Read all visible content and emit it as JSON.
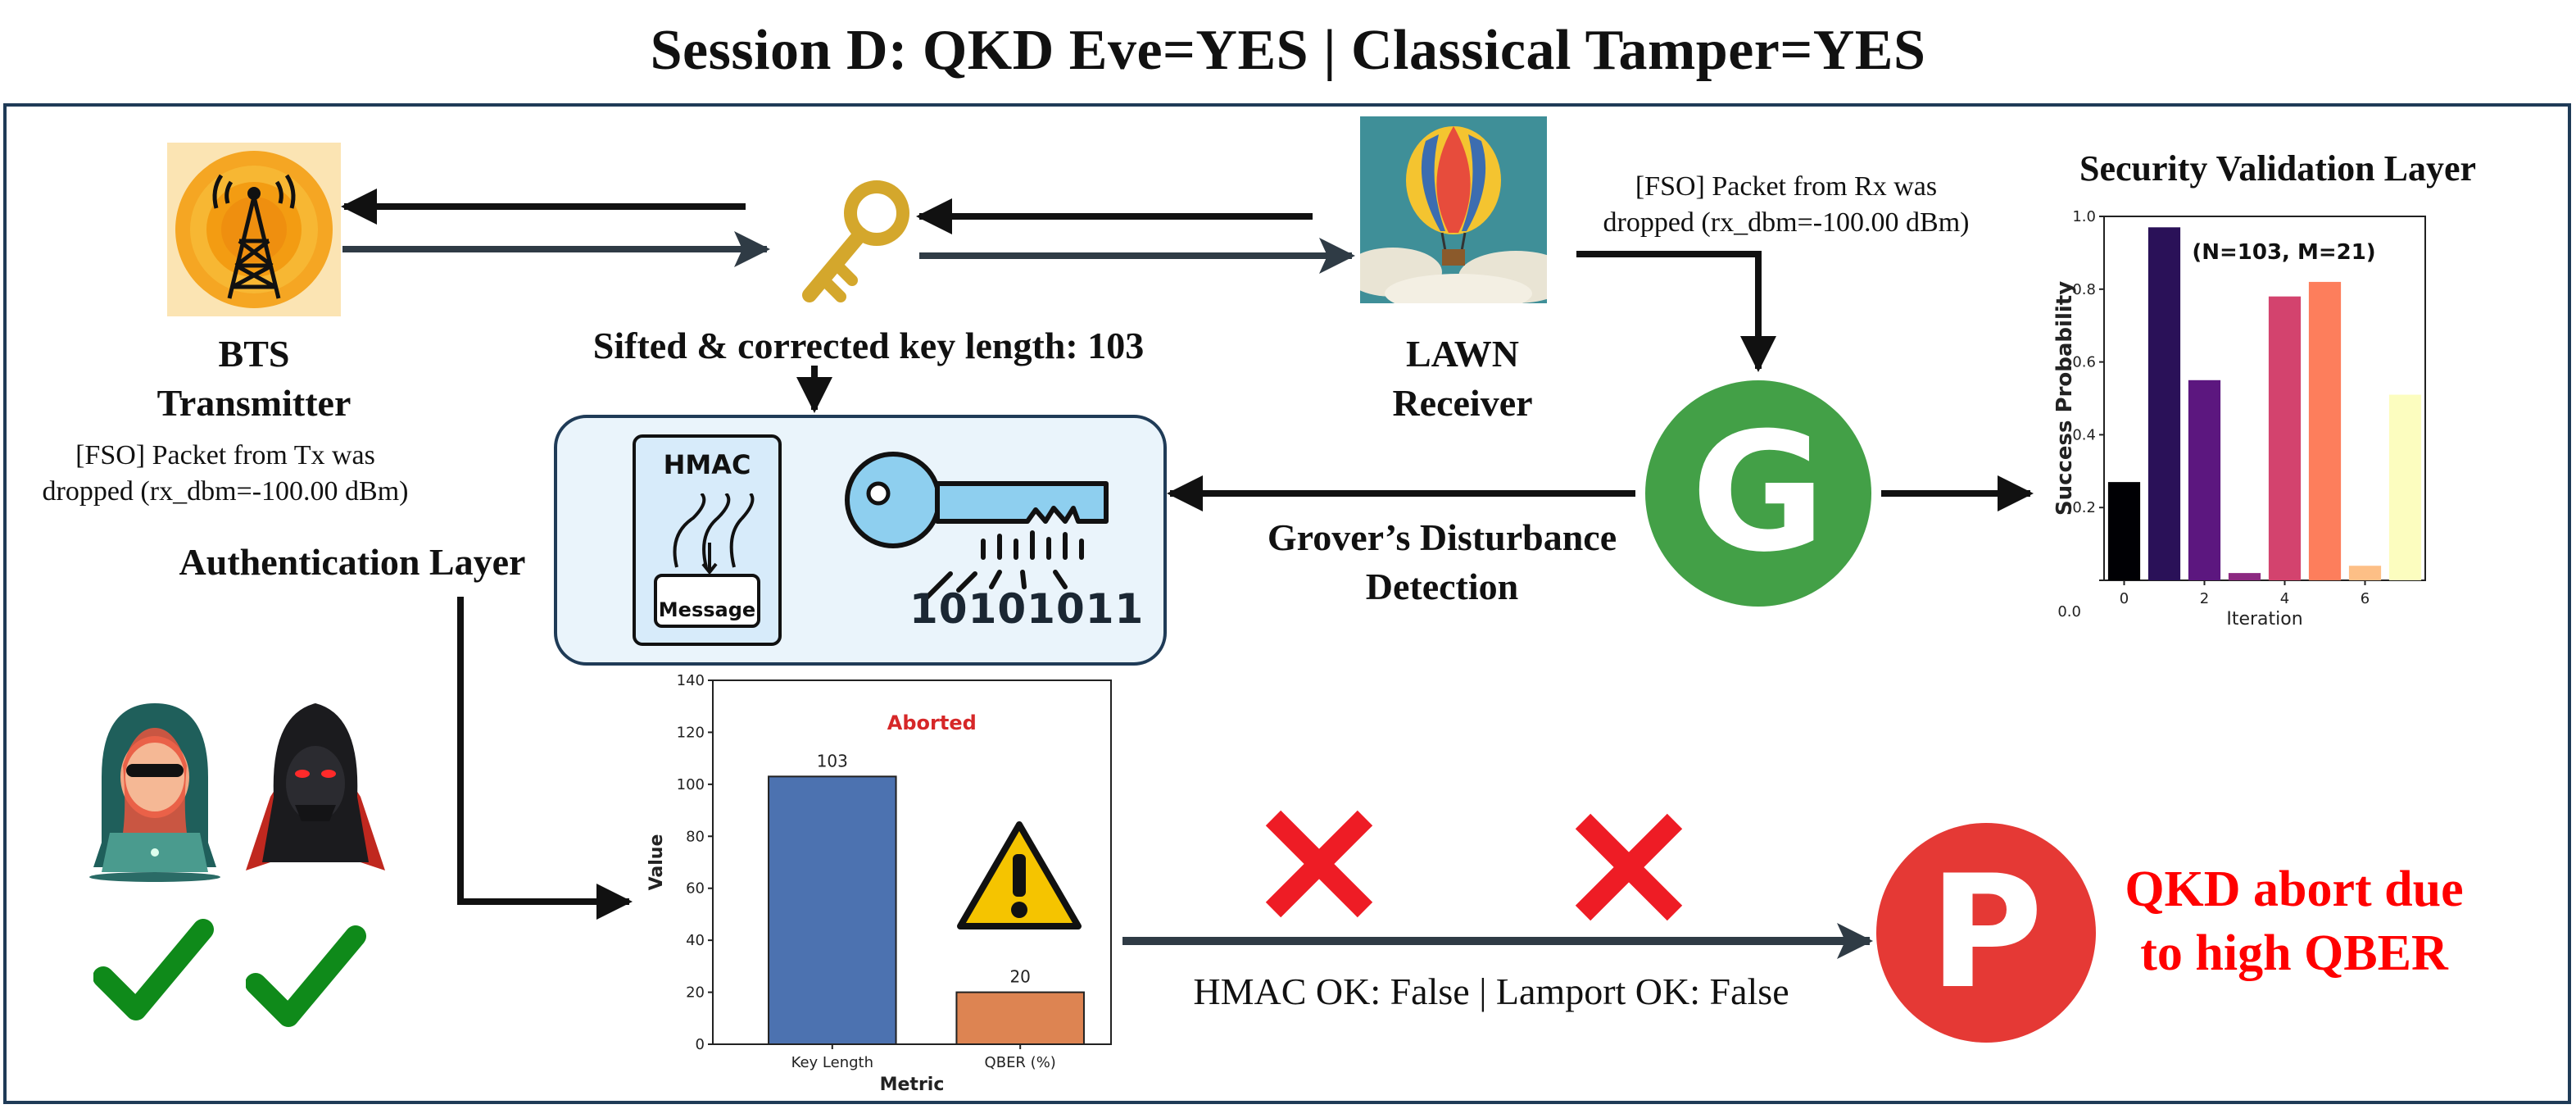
{
  "title": "Session D: QKD Eve=YES | Classical Tamper=YES",
  "transmitter": {
    "name_line1": "BTS",
    "name_line2": "Transmitter",
    "status_line1": "[FSO] Packet from Tx was",
    "status_line2": "dropped (rx_dbm=-100.00 dBm)",
    "icon": "tower-icon"
  },
  "receiver": {
    "name_line1": "LAWN",
    "name_line2": "Receiver",
    "status_line1": "[FSO] Packet from Rx was",
    "status_line2": "dropped (rx_dbm=-100.00 dBm)",
    "icon": "balloon-icon"
  },
  "key_length_text": "Sifted & corrected key length: 103",
  "authentication_layer": "Authentication Layer",
  "hmac_box": {
    "hmac_label": "HMAC",
    "message_label": "Message",
    "bits": "10101011"
  },
  "grover": {
    "letter": "G",
    "label_line1": "Grover’s Disturbance",
    "label_line2": "Detection",
    "color": "#43a047"
  },
  "security_layer": "Security Validation Layer",
  "p_node": {
    "letter": "P",
    "color": "#e53935"
  },
  "abort_message_line1": "QKD abort due",
  "abort_message_line2": "to high QBER",
  "abort_color": "#ff0000",
  "auth_result": "HMAC OK: False | Lamport OK: False",
  "chart_data": [
    {
      "type": "bar",
      "title": "",
      "annotation": "(N=103, M=21)",
      "xlabel": "Iteration",
      "ylabel": "Success Probability",
      "x": [
        0,
        1,
        2,
        3,
        4,
        5,
        6,
        7
      ],
      "values": [
        0.27,
        0.97,
        0.55,
        0.02,
        0.78,
        0.82,
        0.04,
        0.51
      ],
      "colors": [
        "#000004",
        "#2a1158",
        "#5c177f",
        "#8c2981",
        "#d3436e",
        "#fd7e5c",
        "#fdbf86",
        "#fcfdbf"
      ],
      "xticks": [
        0,
        2,
        4,
        6
      ],
      "yticks": [
        0.0,
        0.2,
        0.4,
        0.6,
        0.8,
        1.0
      ],
      "ylim": [
        0,
        1
      ]
    },
    {
      "type": "bar",
      "title": "Aborted",
      "xlabel": "Metric",
      "ylabel": "Value",
      "categories": [
        "Key Length",
        "QBER (%)"
      ],
      "values": [
        103,
        20
      ],
      "colors": [
        "#4c72b0",
        "#dd8452"
      ],
      "yticks": [
        0,
        20,
        40,
        60,
        80,
        100,
        120,
        140
      ],
      "ylim": [
        0,
        140
      ],
      "title_color": "#d62728"
    }
  ],
  "adversaries": [
    "hacker-woman-icon",
    "hooded-hacker-icon"
  ],
  "checkmarks": [
    "check-icon",
    "check-icon"
  ],
  "cross_marks": [
    "cross-icon",
    "cross-icon"
  ]
}
